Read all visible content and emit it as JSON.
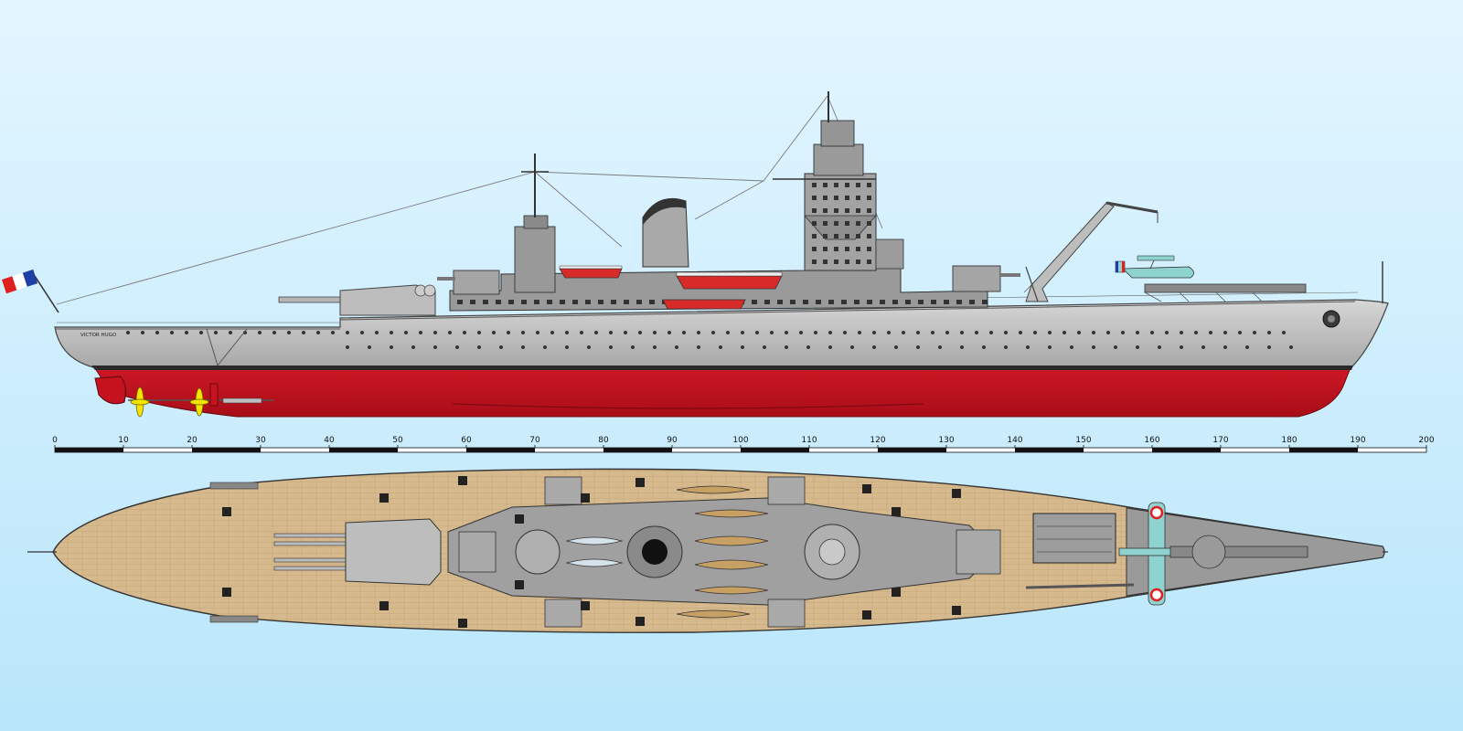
{
  "ship": {
    "name_plate": "VICTOR HUGO"
  },
  "scale": {
    "unit_ticks": [
      "0",
      "10",
      "20",
      "30",
      "40",
      "50",
      "60",
      "70",
      "80",
      "90",
      "100",
      "110",
      "120",
      "130",
      "140",
      "150",
      "160",
      "170",
      "180",
      "190",
      "200"
    ]
  },
  "colors": {
    "background_top": "#e3f6ff",
    "background_bottom": "#b9e6fb",
    "hull_grey": "#c9c9c9",
    "hull_dark_grey": "#8a8a8a",
    "boot_topping": "#2a2a2a",
    "hull_red": "#c4121f",
    "deck_wood": "#d3b68a",
    "superstructure_grey": "#8f8f8f",
    "propeller_yellow": "#f5e400",
    "seaplane_teal": "#8ed3cf",
    "flag_blue": "#1d3fa6",
    "flag_white": "#ffffff",
    "flag_red": "#e02020"
  },
  "icons": {
    "flag": "french-tricolour-icon",
    "seaplane": "seaplane-icon",
    "crane": "crane-icon",
    "anchor": "anchor-icon"
  }
}
